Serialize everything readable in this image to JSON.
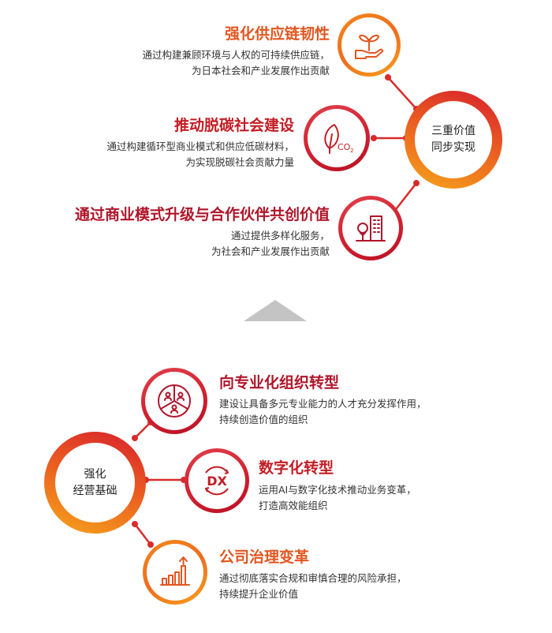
{
  "top": {
    "center_line1": "三重价值",
    "center_line2": "同步实现",
    "items": [
      {
        "title": "强化供应链韧性",
        "desc1": "通过构建兼顾环境与人权的可持续供应链，",
        "desc2": "为日本社会和产业发展作出贡献",
        "icon": "seedling-hand-icon"
      },
      {
        "title": "推动脱碳社会建设",
        "desc1": "通过构建循环型商业模式和供应低碳材料，",
        "desc2": "为实现脱碳社会贡献力量",
        "icon": "leaf-co2-icon"
      },
      {
        "title": "通过商业模式升级与合作伙伴共创价值",
        "desc1": "通过提供多样化服务，",
        "desc2": "为社会和产业发展作出贡献",
        "icon": "tree-building-icon"
      }
    ]
  },
  "bottom": {
    "center_line1": "强化",
    "center_line2": "经营基础",
    "items": [
      {
        "title": "向专业化组织转型",
        "desc1": "建设让具备多元专业能力的人才充分发挥作用，",
        "desc2": "持续创造价值的组织",
        "icon": "people-pie-icon"
      },
      {
        "title": "数字化转型",
        "desc1": "运用AI与数字化技术推动业务变革，",
        "desc2": "打造高效能组织",
        "icon": "dx-icon",
        "icon_text": "DX"
      },
      {
        "title": "公司治理变革",
        "desc1": "通过彻底落实合规和审慎合理的风险承担，",
        "desc2": "持续提升企业价值",
        "icon": "growth-chart-icon"
      }
    ]
  },
  "colors": {
    "orange": "#e2561f",
    "red": "#c41d25",
    "gray": "#c4c4c4"
  }
}
